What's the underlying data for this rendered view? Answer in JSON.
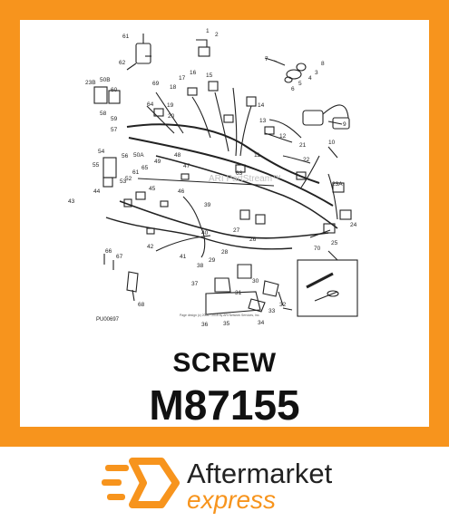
{
  "part": {
    "title": "SCREW",
    "number": "M87155"
  },
  "brand": {
    "line1": "Aftermarket",
    "line2": "express",
    "accent": "#f7941d"
  },
  "diagram": {
    "code": "PU00697",
    "watermark": "ARI PartStream™",
    "copyright": "Page design (c) 2004 - 2015 by ARI Network Services, Inc.",
    "callouts": [
      "61",
      "1",
      "2",
      "62",
      "7",
      "8",
      "3",
      "4",
      "5",
      "6",
      "50B",
      "23B",
      "69",
      "60",
      "18",
      "17",
      "16",
      "15",
      "64",
      "14",
      "58",
      "19",
      "20",
      "59",
      "13",
      "57",
      "9",
      "12",
      "10",
      "56",
      "50A",
      "54",
      "48",
      "21",
      "11",
      "55",
      "49",
      "47",
      "22",
      "63",
      "65",
      "61",
      "52",
      "53",
      "44",
      "46",
      "45",
      "23A",
      "43",
      "39",
      "40",
      "42",
      "27",
      "26",
      "24",
      "25",
      "66",
      "67",
      "41",
      "70",
      "28",
      "38",
      "29",
      "30",
      "37",
      "31",
      "32",
      "33",
      "68",
      "34",
      "35",
      "36"
    ]
  }
}
